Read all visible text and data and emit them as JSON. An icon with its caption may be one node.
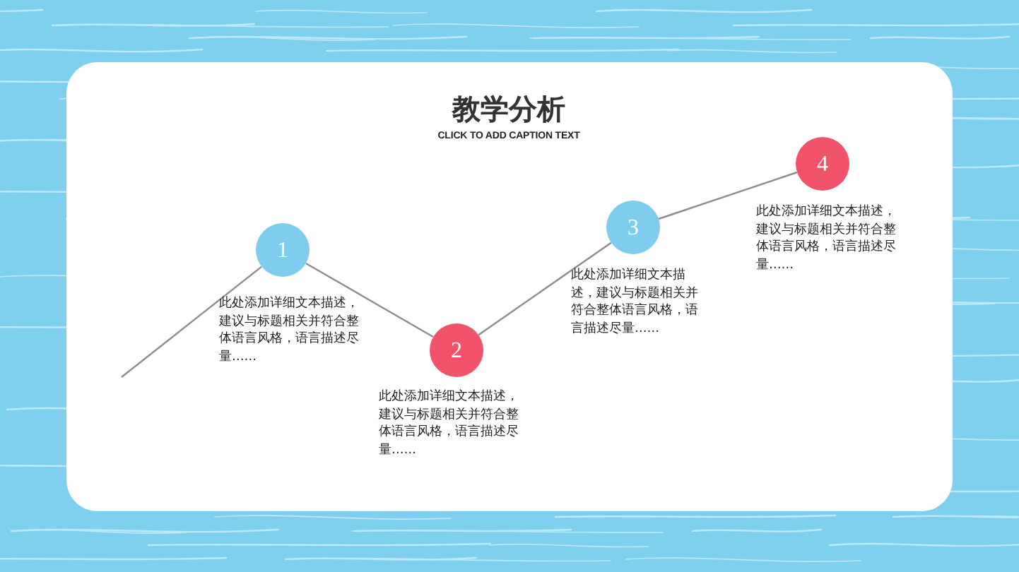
{
  "diagram": {
    "title": "教学分析",
    "caption": "CLICK TO ADD CAPTION TEXT",
    "nodes": [
      {
        "text": [
          "1"
        ],
        "beside": [
          "此处添加详细文本描述，建议与标题相关并符合整体语言风格，语言描述尽量……"
        ]
      },
      {
        "text": [
          "2"
        ],
        "beside": [
          "此处添加详细文本描述，建议与标题相关并符合整体语言风格，语言描述尽量……"
        ]
      },
      {
        "text": [
          "3"
        ],
        "beside": [
          "此处添加详细文本描述，建议与标题相关并符合整体语言风格，语言描述尽量……"
        ]
      },
      {
        "text": [
          "4"
        ],
        "beside": [
          "此处添加详细文本描述，建议与标题相关并符合整体语言风格，语言描述尽量……"
        ]
      }
    ],
    "edges": [
      {
        "from": null,
        "to": 0,
        "arrow": "none"
      },
      {
        "from": 0,
        "to": 1,
        "arrow": "none"
      },
      {
        "from": 1,
        "to": 2,
        "arrow": "none"
      },
      {
        "from": 2,
        "to": 3,
        "arrow": "none"
      }
    ]
  }
}
